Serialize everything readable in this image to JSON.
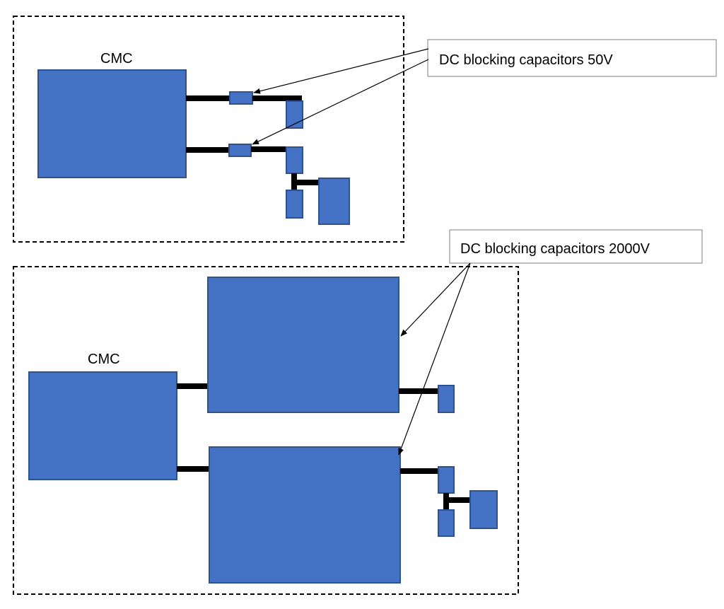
{
  "colors": {
    "block_fill": "#4472c4",
    "block_stroke": "#2f528f",
    "wire": "#000000",
    "frame": "#000000"
  },
  "panel_top": {
    "cmc_label": "CMC",
    "callout": "DC blocking capacitors 50V"
  },
  "panel_bottom": {
    "cmc_label": "CMC",
    "callout": "DC blocking capacitors 2000V"
  }
}
